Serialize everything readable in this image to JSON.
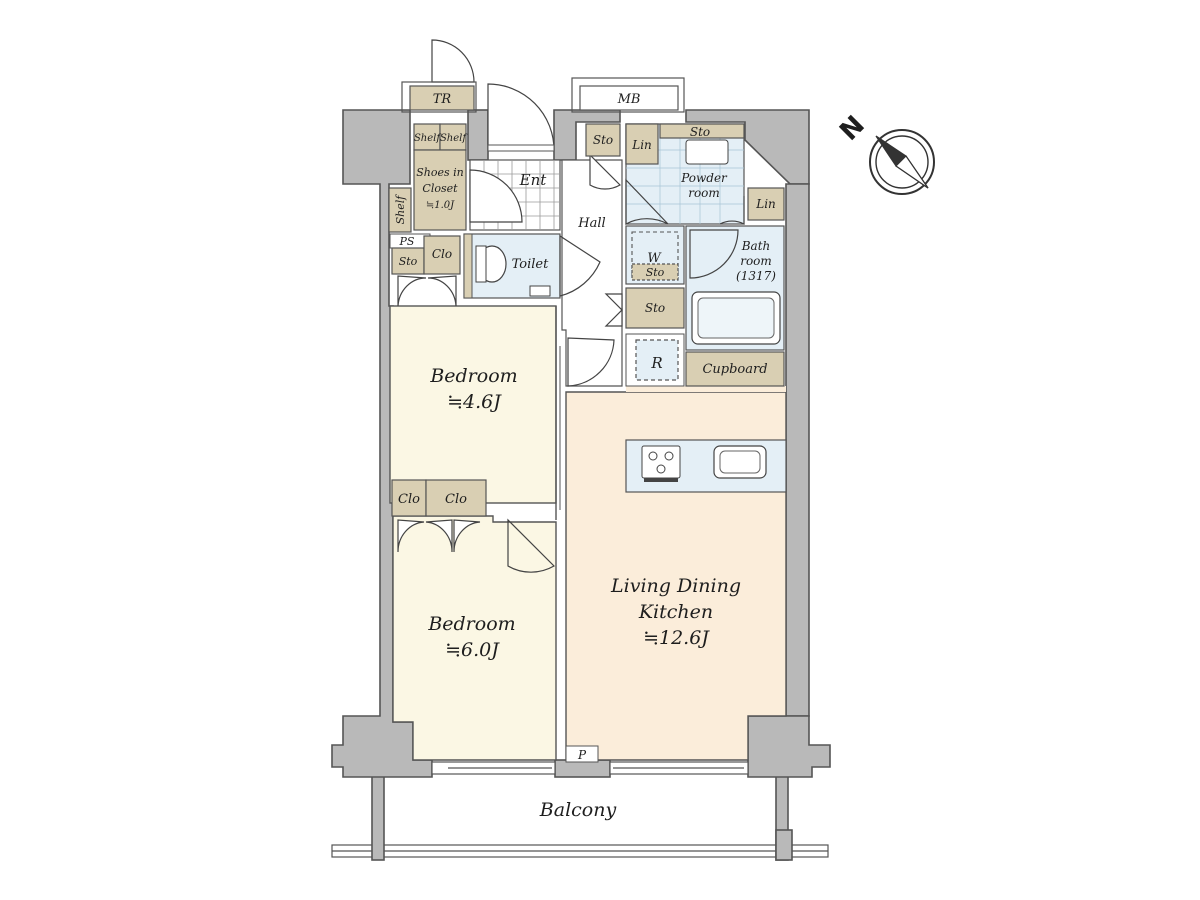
{
  "colors": {
    "bedroom": "#fbf7e4",
    "living": "#fbedda",
    "wet": "#e4eff6",
    "storage": "#d9cfb3",
    "wall": "#b9b9b9",
    "tile": "#ffffff"
  },
  "compass": {
    "north": "N",
    "icon": "north-arrow-icon"
  },
  "rooms": {
    "bedroom1": {
      "name": "Bedroom",
      "area": "≒4.6J"
    },
    "bedroom2": {
      "name": "Bedroom",
      "area": "≒6.0J"
    },
    "ldk": {
      "line1": "Living Dining",
      "line2": "Kitchen",
      "area": "≒12.6J"
    },
    "balcony": "Balcony",
    "hall": "Hall",
    "entrance": "Ent",
    "toilet": "Toilet",
    "powder": {
      "line1": "Powder",
      "line2": "room"
    },
    "bath": {
      "line1": "Bath",
      "line2": "room",
      "line3": "(1317)"
    }
  },
  "fixtures": {
    "tr": "TR",
    "mb": "MB",
    "shelf_a": "Shelf",
    "shelf_b": "Shelf",
    "shoes": {
      "line1": "Shoes in",
      "line2": "Closet",
      "line3": "≒1.0J"
    },
    "shelf_side": "Shelf",
    "ps": "PS",
    "sto_ps": "Sto",
    "clo_ps": "Clo",
    "sto_ent": "Sto",
    "lin_ent": "Lin",
    "sto_top": "Sto",
    "lin_powder": "Lin",
    "washer_w": "W",
    "washer_sto": "Sto",
    "sto_hall": "Sto",
    "fridge": "R",
    "cupboard": "Cupboard",
    "clo_a": "Clo",
    "clo_b": "Clo",
    "pipe": "P"
  }
}
